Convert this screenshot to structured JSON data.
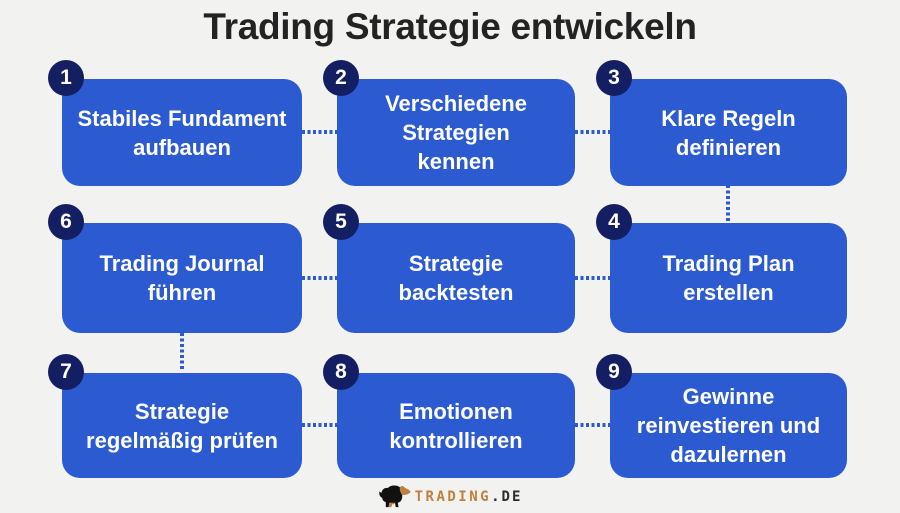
{
  "title": "Trading Strategie entwickeln",
  "steps": [
    {
      "number": "1",
      "label": "Stabiles Fundament\naufbauen"
    },
    {
      "number": "2",
      "label": "Verschiedene\nStrategien\nkennen"
    },
    {
      "number": "3",
      "label": "Klare Regeln\ndefinieren"
    },
    {
      "number": "4",
      "label": "Trading Plan\nerstellen"
    },
    {
      "number": "5",
      "label": "Strategie\nbacktesten"
    },
    {
      "number": "6",
      "label": "Trading Journal\nführen"
    },
    {
      "number": "7",
      "label": "Strategie\nregelmäßig prüfen"
    },
    {
      "number": "8",
      "label": "Emotionen\nkontrollieren"
    },
    {
      "number": "9",
      "label": "Gewinne\nreinvestieren und\ndazulernen"
    }
  ],
  "logo": {
    "brand": "TRADING",
    "tld": ".DE",
    "icon": "bull-icon"
  },
  "colors": {
    "box_blue": "#2C5BD1",
    "circle_navy": "#141F63",
    "background": "#F2F2F1",
    "title_text": "#232323",
    "connector_blue": "#2C5BD1",
    "logo_orange": "#C07F3E",
    "logo_dark": "#2B2B2B",
    "box_text": "#FFFFFF"
  }
}
